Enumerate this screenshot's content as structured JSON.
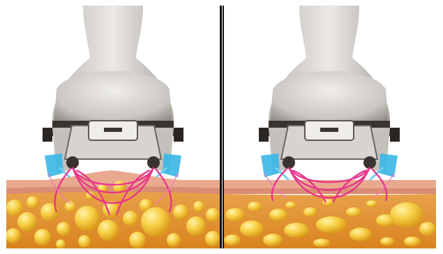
{
  "figure": {
    "panels": [
      {
        "id": "before",
        "applicator": "vacuum-applicator",
        "tissue_state": "raised-uneven"
      },
      {
        "id": "after",
        "applicator": "vacuum-applicator",
        "tissue_state": "smoothed"
      }
    ],
    "colors": {
      "background": "#ffffff",
      "device_body": "#d8d5d0",
      "device_shadow": "#8d8a86",
      "device_dark": "#2a2623",
      "electrode_blue": "#38b7e6",
      "rf_field": "#e8308a",
      "rf_field_light": "#f27ab8",
      "skin": "#e8a88f",
      "fat_bg": "#e39b2a",
      "fat_cell": "#f5c842",
      "fat_cell_light": "#fbe176",
      "divider": "#0d0d0d"
    }
  }
}
